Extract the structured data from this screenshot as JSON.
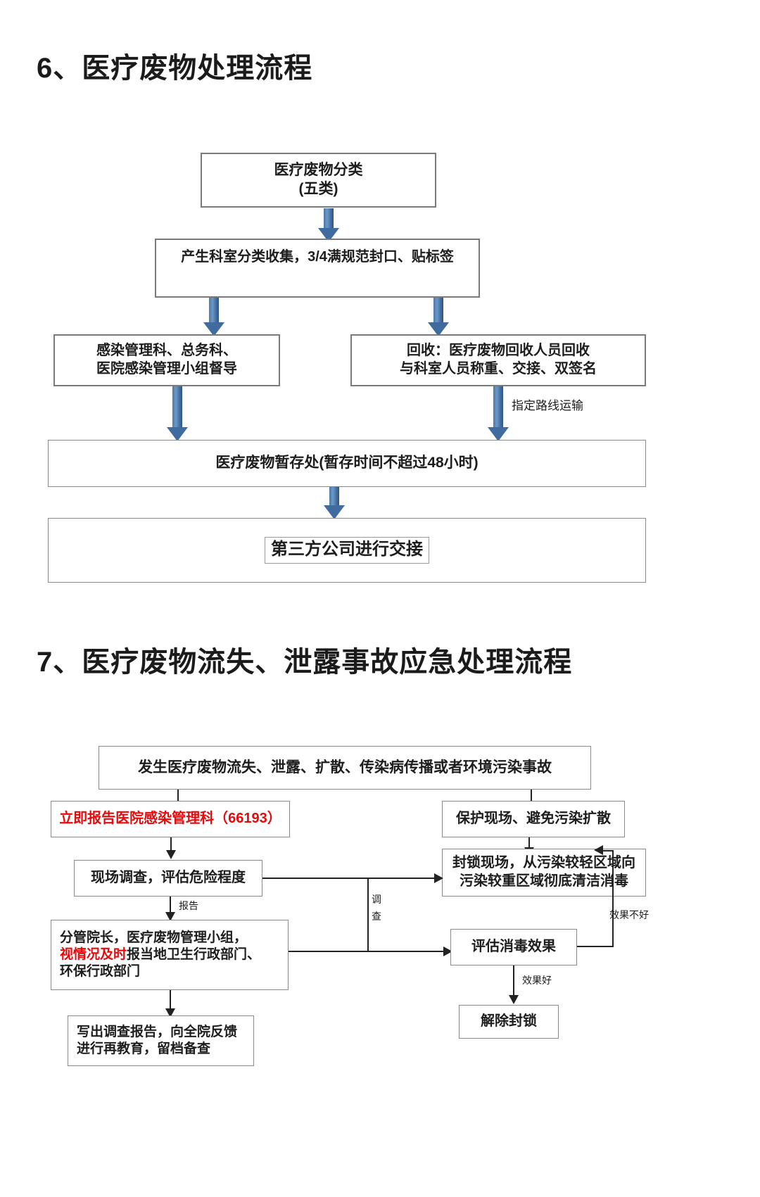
{
  "document": {
    "sections": [
      {
        "id": "section-6",
        "title": "6、医疗废物处理流程",
        "nodes": {
          "classify": {
            "line1": "医疗废物分类",
            "line2": "(五类)"
          },
          "collect": {
            "line1": "产生科室分类收集，3/4满规范封口、贴标签"
          },
          "supervise": {
            "line1": "感染管理科、总务科、",
            "line2": "医院感染管理小组督导"
          },
          "recycle": {
            "line1": "回收：医疗废物回收人员回收",
            "line2": "与科室人员称重、交接、双签名"
          },
          "storage": {
            "line1": "医疗废物暂存处(暂存时间不超过48小时)"
          },
          "handover": {
            "line1": "第三方公司进行交接"
          }
        },
        "edge_labels": {
          "route": "指定路线运输"
        }
      },
      {
        "id": "section-7",
        "title": "7、医疗废物流失、泄露事故应急处理流程",
        "nodes": {
          "incident": {
            "line1": "发生医疗废物流失、泄露、扩散、传染病传播或者环境污染事故"
          },
          "report_now": {
            "line1": "立即报告医院感染管理科（66193）"
          },
          "protect_scene": {
            "line1": "保护现场、避免污染扩散"
          },
          "investigate": {
            "line1": "现场调查，评估危险程度"
          },
          "seal_clean": {
            "line1": "封锁现场，从污染较轻区域向",
            "line2": "污染较重区域彻底清洁消毒"
          },
          "leader": {
            "line1": "分管院长，医疗废物管理小组，",
            "line2_red": "视情况及时",
            "line2_rest": "报当地卫生行政部门、",
            "line3": "环保行政部门"
          },
          "evaluate": {
            "line1": "评估消毒效果"
          },
          "unseal": {
            "line1": "解除封锁"
          },
          "report_write": {
            "line1": "写出调查报告，向全院反馈",
            "line2": "进行再教育，留档备查"
          }
        },
        "edge_labels": {
          "report": "报告",
          "investigate_v1": "调",
          "investigate_v2": "查",
          "effect_bad": "效果不好",
          "effect_good": "效果好"
        }
      }
    ],
    "colors": {
      "arrow_blue": "#3f6b9e",
      "highlight_red": "#e8090b",
      "box_border": "#7a7a7a",
      "text": "#1d1d1d"
    }
  }
}
